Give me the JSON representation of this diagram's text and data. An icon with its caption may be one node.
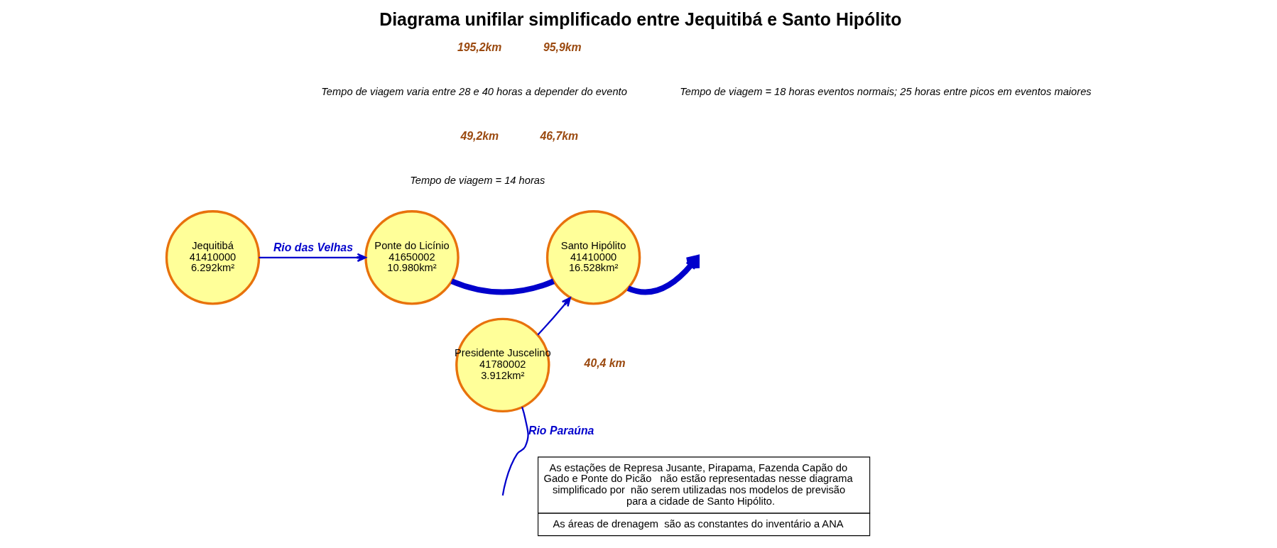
{
  "diagram": {
    "title": "Diagrama unifilar simplificado entre Jequitibá e Santo Hipólito",
    "nodes": [
      {
        "text": [
          "Jequitibá",
          "41410000",
          "6.292km²"
        ]
      },
      {
        "text": [
          "Ponte do Licínio",
          "41650002",
          "10.980km²"
        ]
      },
      {
        "text": [
          "Presidente Juscelino",
          "41780002",
          "3.912km²"
        ]
      },
      {
        "text": [
          "Santo Hipólito",
          "41410000",
          "16.528km²"
        ]
      },
      {
        "text": [
          "As estações de Represa Jusante, Pirapama, Fazenda Capão do Gado e Ponte do Picão   não estão representadas nesse diagrama simplificado por  não serem utilizadas nos modelos de previsão para a cidade de Santo Hipólito.",
          "As áreas de drenagem  são as constantes do inventário a ANA"
        ]
      }
    ],
    "edges": [
      {
        "from": 0,
        "to": 1,
        "arrow": "to",
        "label": "Rio das Velhas"
      },
      {
        "from": 1,
        "to": 3,
        "arrow": "none",
        "style": "thick"
      },
      {
        "from": 3,
        "to": null,
        "arrow": "to",
        "style": "thick"
      },
      {
        "from": 2,
        "to": 3,
        "arrow": "to"
      },
      {
        "from": null,
        "to": 2,
        "arrow": "none",
        "label": "Rio Paraúna"
      }
    ],
    "labels": [
      "195,2km",
      "Tempo de viagem varia entre 28 e 40 horas a depender do evento",
      "95,9km",
      "Tempo de viagem = 18 horas eventos normais; 25 horas entre picos em eventos maiores",
      "49,2km",
      "46,7km",
      "Tempo de viagem = 14 horas",
      "40,4 km"
    ]
  }
}
